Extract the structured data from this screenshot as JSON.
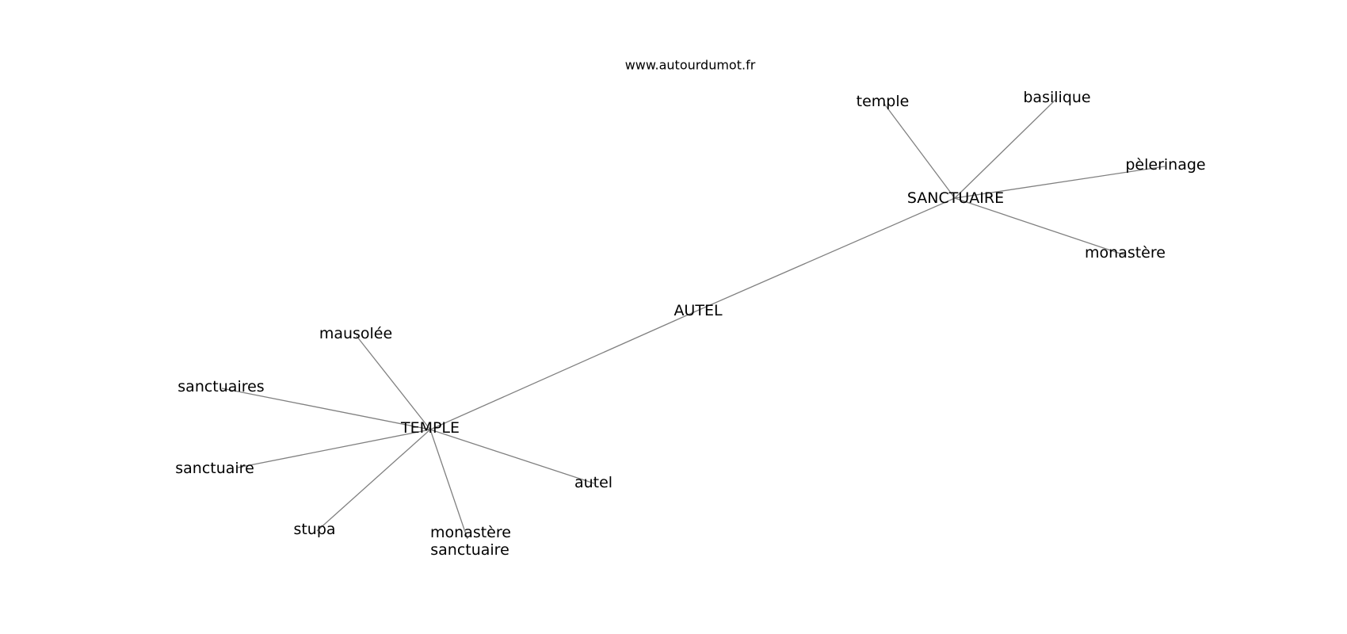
{
  "site": "www.autourdumot.fr",
  "nodes": {
    "autel_hub": "AUTEL",
    "temple_hub": "TEMPLE",
    "sanctuaire_hub": "SANCTUAIRE",
    "temple": "temple",
    "basilique": "basilique",
    "pelerinage": "pèlerinage",
    "monastere": "monastère",
    "mausolee": "mausolée",
    "sanctuaires": "sanctuaires",
    "sanctuaire": "sanctuaire",
    "stupa": "stupa",
    "monastere_sanctuaire_1": "monastère",
    "monastere_sanctuaire_2": "sanctuaire",
    "autel": "autel"
  },
  "colors": {
    "edge": "#808080",
    "text": "#000000",
    "background": "#ffffff"
  }
}
